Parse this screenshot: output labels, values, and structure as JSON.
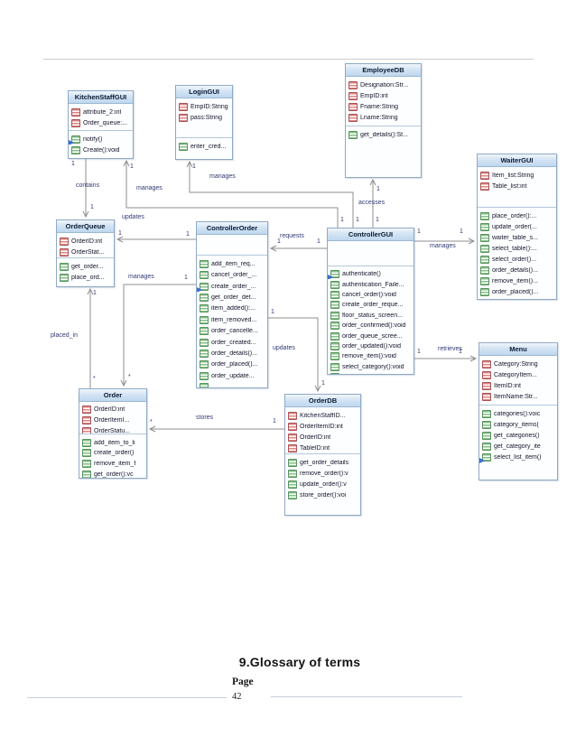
{
  "page": {
    "heading": "9.Glossary of terms",
    "footer_label": "Page",
    "footer_value": "42"
  },
  "colors": {
    "box_border": "#8fa9c6",
    "header_fill": "#bed7ee",
    "attribute_icon": "#dd8484",
    "operation_icon": "#86bd8a",
    "connector": "#8f8f8f",
    "edge_text": "#323a73"
  },
  "diagram": {
    "classes": [
      {
        "id": "kitchenstaffgui",
        "name": "KitchenStaffGUI",
        "attributes": [
          "attribute_2:int",
          "Order_queue:..."
        ],
        "operations": [
          {
            "label": "notify()",
            "icon": "operation-arrow"
          },
          {
            "label": "Create():void",
            "icon": "operation"
          }
        ]
      },
      {
        "id": "logingui",
        "name": "LoginGUI",
        "attributes": [
          "EmpID:String",
          "pass:String"
        ],
        "operations": [
          {
            "label": "enter_cred...",
            "icon": "operation"
          }
        ]
      },
      {
        "id": "employeedb",
        "name": "EmployeeDB",
        "attributes": [
          "Designation:Str...",
          "EmpID:int",
          "Fname:String",
          "Lname:String"
        ],
        "operations": [
          {
            "label": "get_details():St...",
            "icon": "operation"
          }
        ]
      },
      {
        "id": "waitergui",
        "name": "WaiterGUI",
        "attributes": [
          "Item_list:String",
          "Table_list:int"
        ],
        "operations": [
          {
            "label": "place_order():...",
            "icon": "operation"
          },
          {
            "label": "update_order(...",
            "icon": "operation"
          },
          {
            "label": "waiter_table_s...",
            "icon": "operation"
          },
          {
            "label": "select_table():...",
            "icon": "operation"
          },
          {
            "label": "select_order()...",
            "icon": "operation"
          },
          {
            "label": "order_details()...",
            "icon": "operation"
          },
          {
            "label": "remove_item()...",
            "icon": "operation"
          },
          {
            "label": "order_placed()...",
            "icon": "operation"
          }
        ]
      },
      {
        "id": "orderqueue",
        "name": "OrderQueue",
        "attributes": [
          "OrderID:int",
          "OrderStat..."
        ],
        "operations": [
          {
            "label": "get_order...",
            "icon": "operation"
          },
          {
            "label": "place_ord...",
            "icon": "operation"
          }
        ]
      },
      {
        "id": "controllerorder",
        "name": "ControllerOrder",
        "attributes": [],
        "operations": [
          {
            "label": "add_item_req...",
            "icon": "operation"
          },
          {
            "label": "cancel_order_...",
            "icon": "operation"
          },
          {
            "label": "create_order_...",
            "icon": "operation-arrow"
          },
          {
            "label": "get_order_det...",
            "icon": "operation"
          },
          {
            "label": "item_added():...",
            "icon": "operation"
          },
          {
            "label": "item_removed...",
            "icon": "operation"
          },
          {
            "label": "order_cancelle...",
            "icon": "operation"
          },
          {
            "label": "order_created...",
            "icon": "operation"
          },
          {
            "label": "order_details()...",
            "icon": "operation"
          },
          {
            "label": "order_placed()...",
            "icon": "operation"
          },
          {
            "label": "order_update...",
            "icon": "operation"
          },
          {
            "label": "",
            "icon": "operation"
          }
        ]
      },
      {
        "id": "controllergui",
        "name": "ControllerGUI",
        "attributes": [],
        "operations": [
          {
            "label": "authenticate()",
            "icon": "operation-arrow"
          },
          {
            "label": "authentication_Faile...",
            "icon": "operation"
          },
          {
            "label": "cancel_order():void",
            "icon": "operation"
          },
          {
            "label": "create_order_reque...",
            "icon": "operation"
          },
          {
            "label": "floor_status_screen...",
            "icon": "operation"
          },
          {
            "label": "order_confirmed():void",
            "icon": "operation"
          },
          {
            "label": "order_queue_scree...",
            "icon": "operation"
          },
          {
            "label": "order_updated():void",
            "icon": "operation"
          },
          {
            "label": "remove_item():void",
            "icon": "operation"
          },
          {
            "label": "select_category():void",
            "icon": "operation"
          },
          {
            "label": "",
            "icon": "operation"
          }
        ]
      },
      {
        "id": "menu",
        "name": "Menu",
        "attributes": [
          "Category:String",
          "CategoryItem...",
          "ItemID:int",
          "ItemName:Str..."
        ],
        "operations": [
          {
            "label": "categories():voic",
            "icon": "operation"
          },
          {
            "label": "category_items(",
            "icon": "operation"
          },
          {
            "label": "get_categories()",
            "icon": "operation"
          },
          {
            "label": "get_category_ite",
            "icon": "operation"
          },
          {
            "label": "select_list_item()",
            "icon": "operation-arrow"
          }
        ]
      },
      {
        "id": "order",
        "name": "Order",
        "attributes": [
          "OrderID:int",
          "OrderItemI...",
          "OrderStatu..."
        ],
        "operations": [
          {
            "label": "add_item_to_li",
            "icon": "operation"
          },
          {
            "label": "create_order()",
            "icon": "operation"
          },
          {
            "label": "remove_item_f",
            "icon": "operation"
          },
          {
            "label": "get_order():vc",
            "icon": "operation"
          }
        ]
      },
      {
        "id": "orderdb",
        "name": "OrderDB",
        "attributes": [
          "KitchenStaffID...",
          "OrderItemID:int",
          "OrderID:int",
          "TableID:int"
        ],
        "operations": [
          {
            "label": "get_order_details",
            "icon": "operation"
          },
          {
            "label": "remove_order():v",
            "icon": "operation"
          },
          {
            "label": "update_order():v",
            "icon": "operation"
          },
          {
            "label": "store_order():voi",
            "icon": "operation"
          }
        ]
      }
    ],
    "connectors": [
      {
        "id": "contains",
        "label": "contains",
        "source": "KitchenStaffGUI",
        "target": "OrderQueue",
        "source_mult": "1",
        "target_mult": "1"
      },
      {
        "id": "manages-kitchen",
        "label": "manages",
        "source": "ControllerGUI",
        "target": "KitchenStaffGUI",
        "source_mult": "1",
        "target_mult": "1"
      },
      {
        "id": "manages-login",
        "label": "manages",
        "source": "ControllerGUI",
        "target": "LoginGUI",
        "source_mult": "1",
        "target_mult": "1"
      },
      {
        "id": "accesses",
        "label": "accesses",
        "source": "ControllerGUI",
        "target": "EmployeeDB",
        "source_mult": "1",
        "target_mult": "1"
      },
      {
        "id": "updates-queue",
        "label": "updates",
        "source": "ControllerOrder",
        "target": "OrderQueue",
        "source_mult": "1",
        "target_mult": "1"
      },
      {
        "id": "manages-order",
        "label": "manages",
        "source": "ControllerOrder",
        "target": "Order",
        "source_mult": "1",
        "target_mult": "*"
      },
      {
        "id": "placed-in",
        "label": "placed_in",
        "source": "Order",
        "target": "OrderQueue",
        "source_mult": "*",
        "target_mult": "1"
      },
      {
        "id": "requests",
        "label": "requests",
        "source": "ControllerGUI",
        "target": "ControllerOrder",
        "source_mult": "1",
        "target_mult": "1"
      },
      {
        "id": "manages-waiter",
        "label": "manages",
        "source": "ControllerGUI",
        "target": "WaiterGUI",
        "source_mult": "1",
        "target_mult": "1"
      },
      {
        "id": "retrieves",
        "label": "retrieves",
        "source": "ControllerGUI",
        "target": "Menu",
        "source_mult": "1",
        "target_mult": "1"
      },
      {
        "id": "updates-db",
        "label": "updates",
        "source": "ControllerOrder",
        "target": "OrderDB",
        "source_mult": "1",
        "target_mult": "1"
      },
      {
        "id": "stores",
        "label": "stores",
        "source": "OrderDB",
        "target": "Order",
        "source_mult": "1",
        "target_mult": "*"
      }
    ]
  }
}
